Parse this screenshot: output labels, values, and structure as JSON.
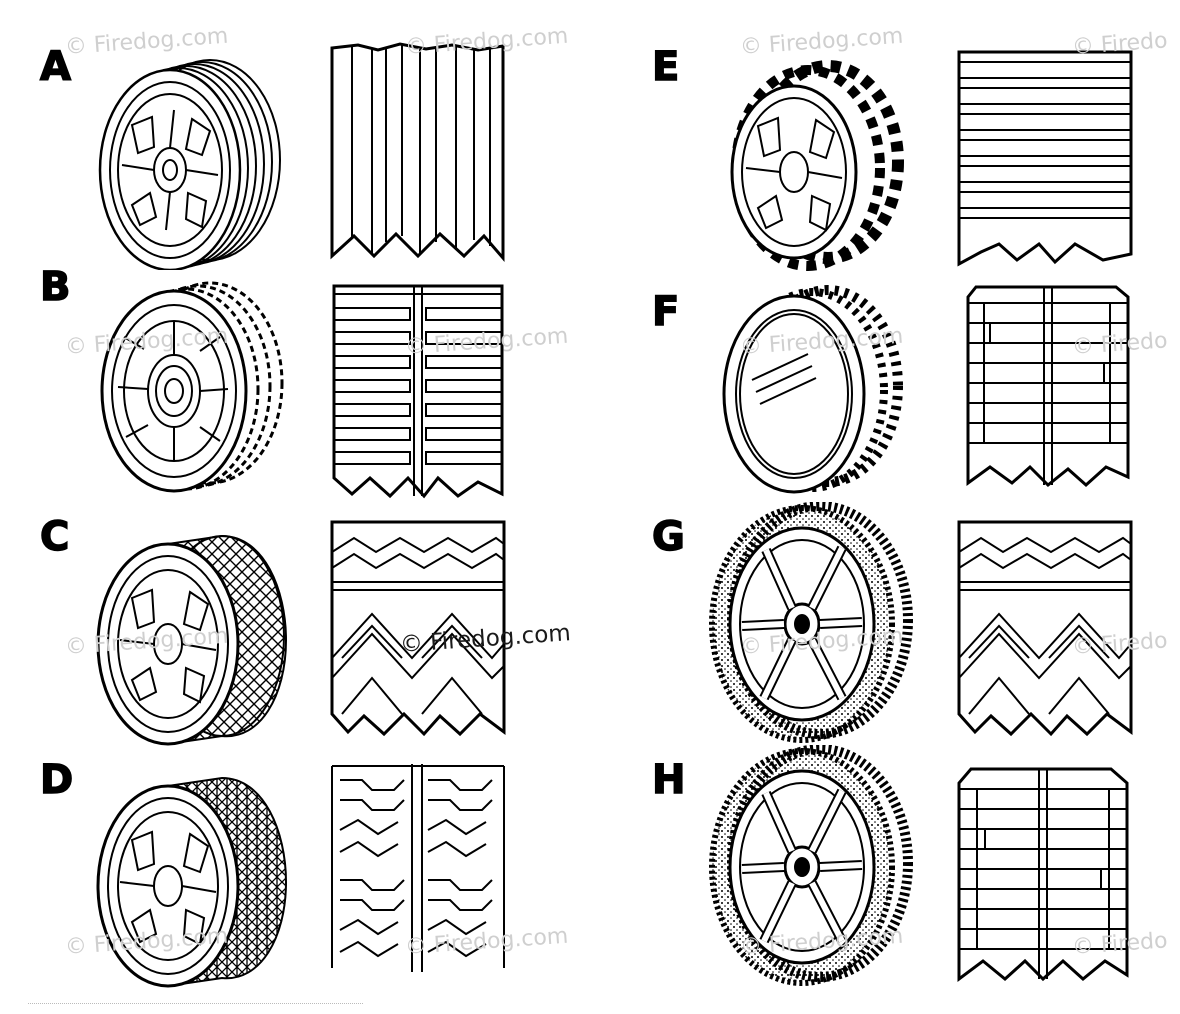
{
  "labels": {
    "A": "A",
    "B": "B",
    "C": "C",
    "D": "D",
    "E": "E",
    "F": "F",
    "G": "G",
    "H": "H"
  },
  "watermark": {
    "text": "© Firedog.com",
    "partial_text": "© Firedo"
  },
  "colors": {
    "ink": "#000000",
    "paper": "#ffffff",
    "watermark_faint": "#cfcfcf"
  }
}
